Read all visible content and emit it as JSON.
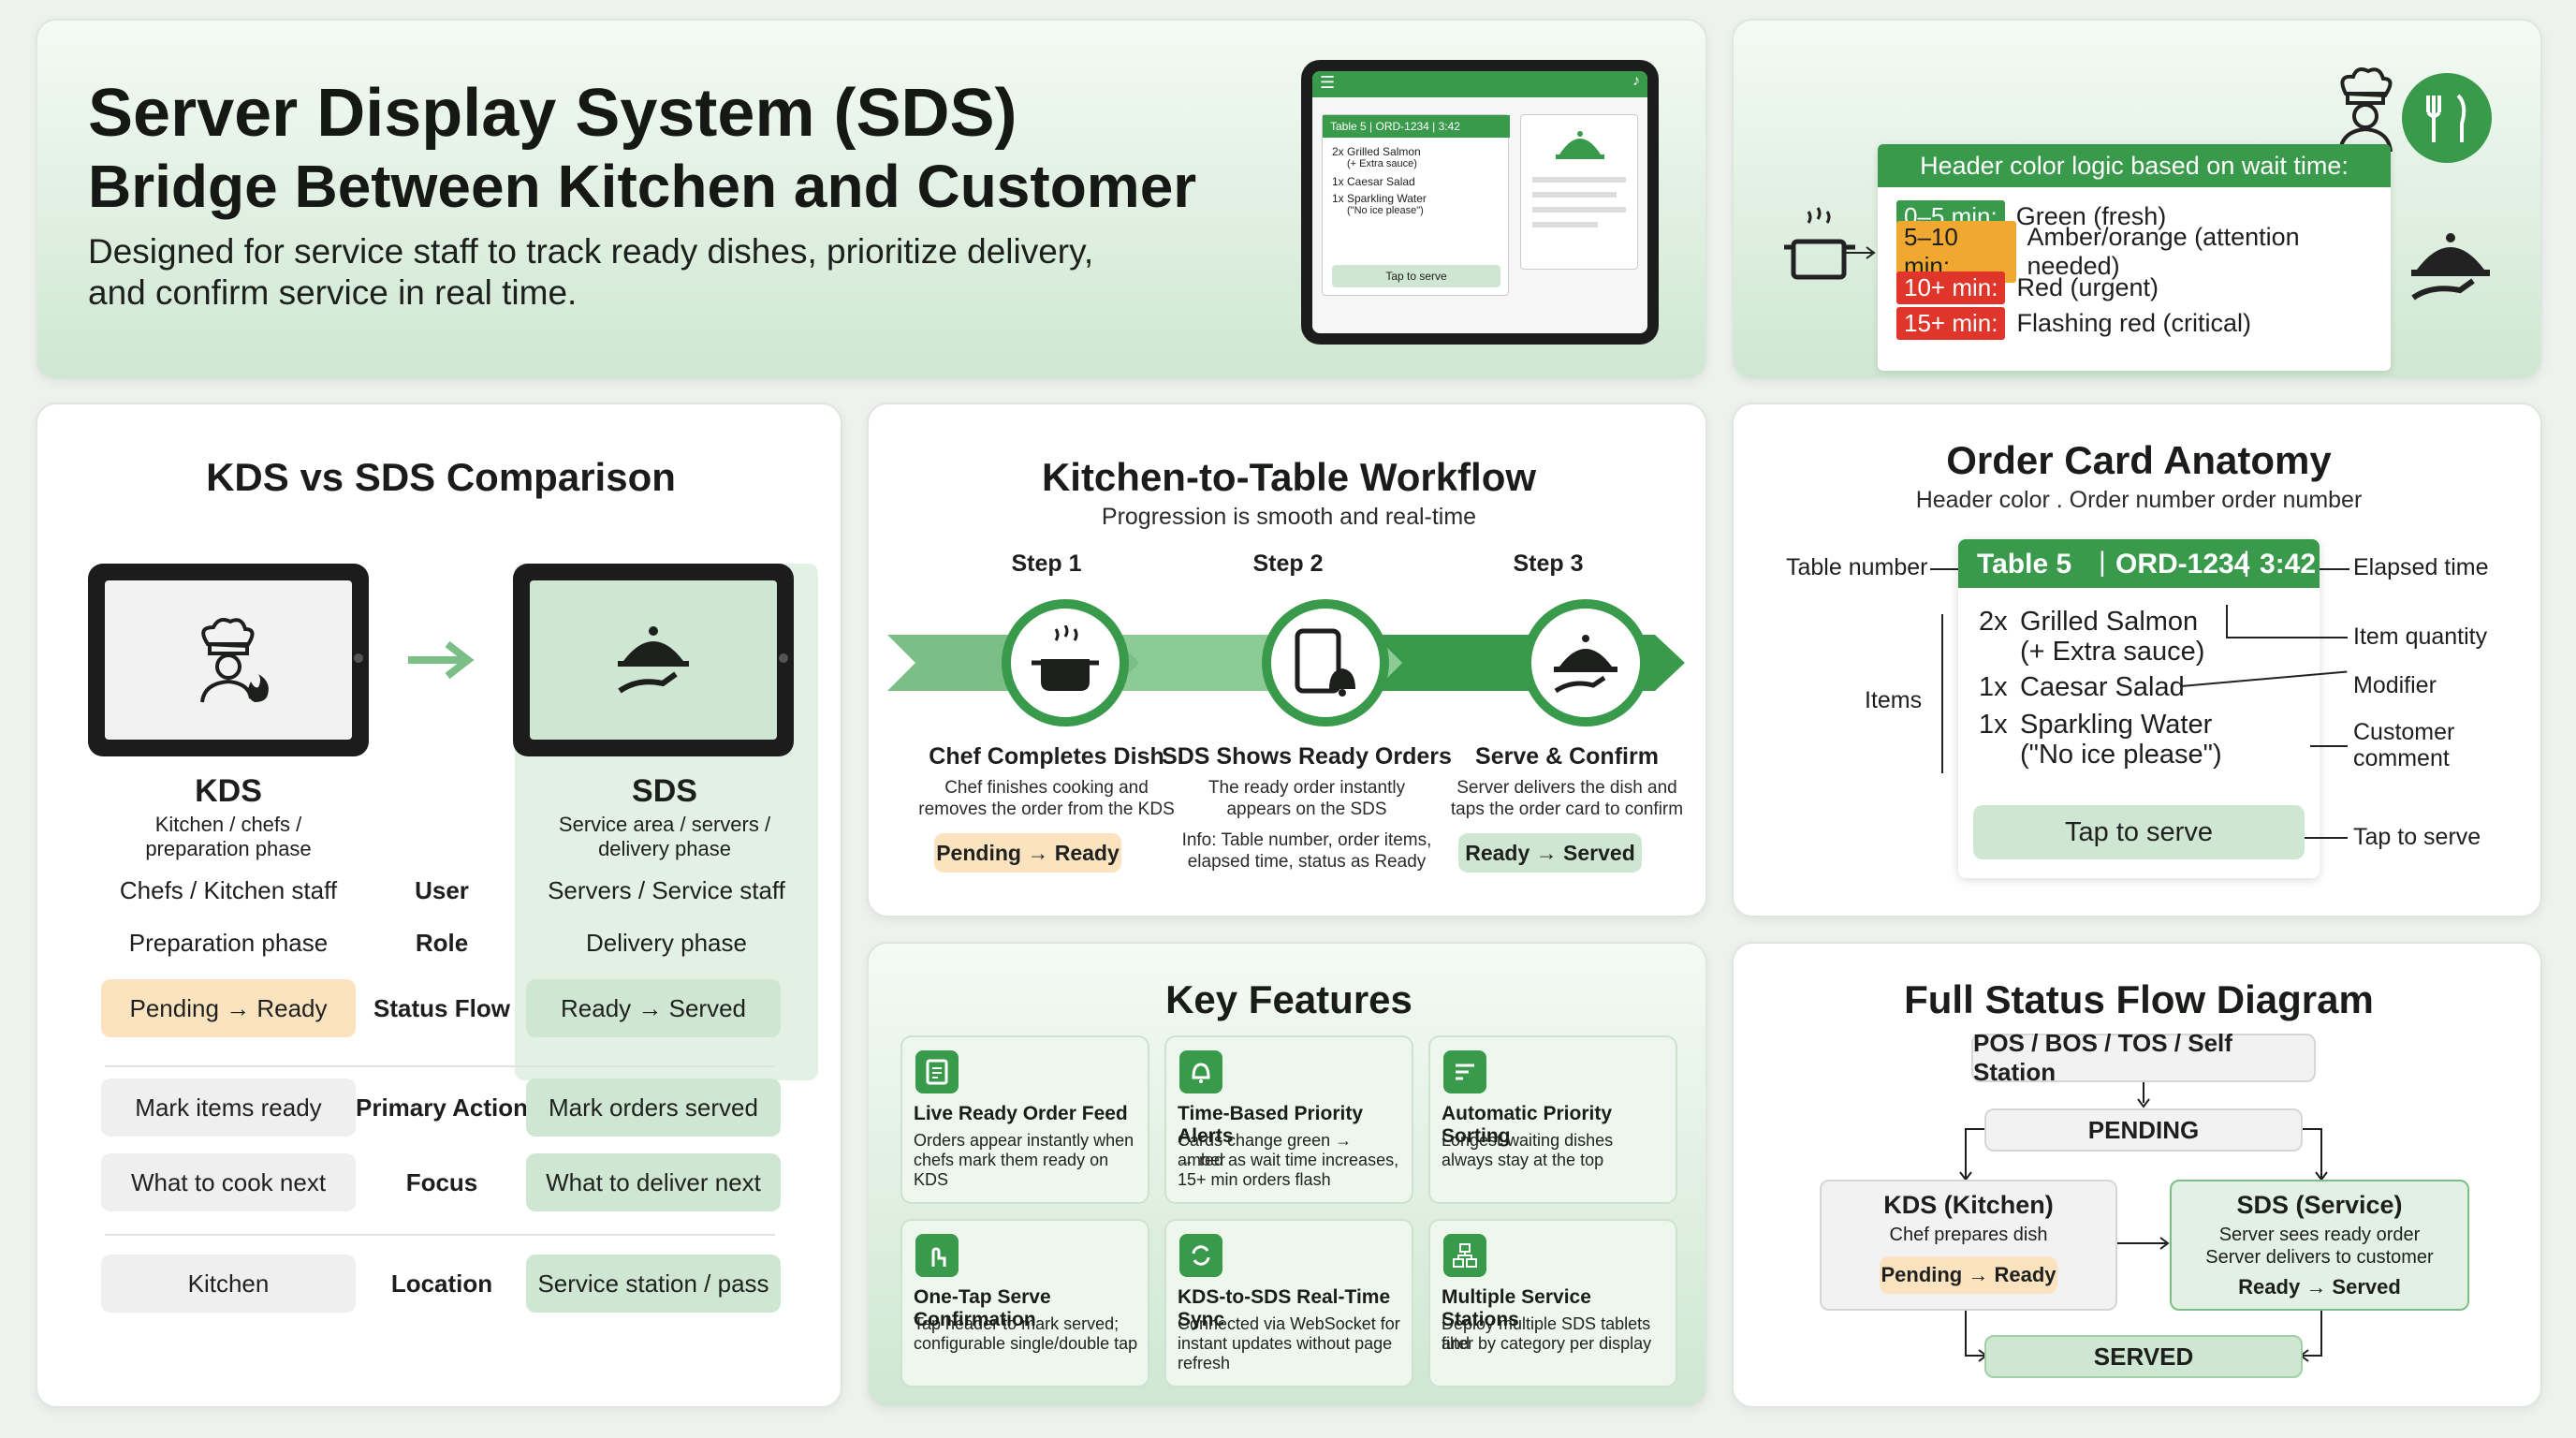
{
  "header": {
    "title_line1": "Server Display System (SDS)",
    "title_line2": "Bridge Between Kitchen and Customer",
    "tagline_line1": "Designed for service staff to track ready dishes, prioritize delivery,",
    "tagline_line2": "and confirm service in real time."
  },
  "tablet_preview": {
    "card_header": "Table 5 | ORD-1234 | 3:42",
    "items": [
      "2x  Grilled Salmon",
      "(+ Extra sauce)",
      "1x  Caesar Salad",
      "1x  Sparkling Water",
      "(\"No ice please\")"
    ],
    "button": "Tap to serve"
  },
  "color_logic": {
    "title": "Header color logic based on wait time:",
    "rows": [
      {
        "tag": "0–5 min:",
        "label": "Green (fresh)",
        "color": "#3a9a4b"
      },
      {
        "tag": "5–10 min:",
        "label": "Amber/orange (attention needed)",
        "color": "#f0a830"
      },
      {
        "tag": "10+ min:",
        "label": "Red (urgent)",
        "color": "#e0352b"
      },
      {
        "tag": "15+ min:",
        "label": "Flashing red (critical)",
        "color": "#e0352b"
      }
    ]
  },
  "comparison": {
    "title": "KDS vs SDS Comparison",
    "kds": {
      "name": "KDS",
      "desc_line1": "Kitchen / chefs /",
      "desc_line2": "preparation phase"
    },
    "sds": {
      "name": "SDS",
      "desc_line1": "Service area / servers /",
      "desc_line2": "delivery phase"
    },
    "rows": [
      {
        "left": "Chefs / Kitchen staff",
        "mid": "User",
        "right": "Servers / Service staff"
      },
      {
        "left": "Preparation phase",
        "mid": "Role",
        "right": "Delivery phase"
      },
      {
        "left": "Pending → Ready",
        "mid": "Status Flow",
        "right": "Ready → Served"
      },
      {
        "left": "Mark items ready",
        "mid": "Primary Action",
        "right": "Mark orders served"
      },
      {
        "left": "What to cook next",
        "mid": "Focus",
        "right": "What to deliver next"
      },
      {
        "left": "Kitchen",
        "mid": "Location",
        "right": "Service station / pass"
      }
    ]
  },
  "workflow": {
    "title": "Kitchen-to-Table Workflow",
    "subtitle": "Progression is smooth and real-time",
    "steps": [
      {
        "label": "Step 1",
        "title": "Chef Completes Dish",
        "desc_line1": "Chef finishes cooking and",
        "desc_line2": "removes the order from the KDS",
        "badge": "Pending → Ready"
      },
      {
        "label": "Step 2",
        "title": "SDS Shows Ready Orders",
        "desc_line1": "The ready order instantly",
        "desc_line2": "appears on the SDS",
        "info_line1": "Info: Table number, order items,",
        "info_line2": "elapsed time, status as Ready"
      },
      {
        "label": "Step 3",
        "title": "Serve & Confirm",
        "desc_line1": "Server delivers the dish and",
        "desc_line2": "taps the order card to confirm",
        "badge": "Ready → Served"
      }
    ]
  },
  "anatomy": {
    "title": "Order Card Anatomy",
    "subtitle": "Header color . Order number order number",
    "header_table": "Table 5",
    "header_order": "ORD-1234",
    "header_time": "3:42",
    "lines": [
      {
        "qty": "2x",
        "name": "Grilled Salmon"
      },
      {
        "qty": "",
        "name": "(+ Extra sauce)"
      },
      {
        "qty": "1x",
        "name": "Caesar Salad"
      },
      {
        "qty": "1x",
        "name": "Sparkling Water"
      },
      {
        "qty": "",
        "name": "(\"No ice please\")"
      }
    ],
    "button": "Tap to serve",
    "labels": {
      "table_number": "Table number",
      "elapsed_time": "Elapsed time",
      "item_quantity": "Item quantity",
      "items": "Items",
      "modifier": "Modifier",
      "customer_comment_1": "Customer",
      "customer_comment_2": "comment",
      "tap_to_serve": "Tap to serve"
    }
  },
  "features": {
    "title": "Key Features",
    "items": [
      {
        "icon": "list-icon",
        "title": "Live Ready Order Feed",
        "l1": "Orders appear instantly when",
        "l2": "chefs mark them ready on KDS",
        "l3": ""
      },
      {
        "icon": "bell-icon",
        "title": "Time-Based Priority Alerts",
        "l1": "Cards change green → amber",
        "l2": "→ red as wait time increases,",
        "l3": "15+ min orders flash"
      },
      {
        "icon": "sort-icon",
        "title": "Automatic Priority Sorting",
        "l1": "Longest-waiting dishes",
        "l2": "always stay at the top",
        "l3": ""
      },
      {
        "icon": "tap-icon",
        "title": "One-Tap Serve Confirmation",
        "l1": "Tap header to mark served;",
        "l2": "configurable single/double tap",
        "l3": ""
      },
      {
        "icon": "sync-icon",
        "title": "KDS-to-SDS Real-Time Sync",
        "l1": "Connected via WebSocket for",
        "l2": "instant updates without page",
        "l3": "refresh"
      },
      {
        "icon": "stations-icon",
        "title": "Multiple Service Stations",
        "l1": "Deploy multiple SDS tablets and",
        "l2": "filter by category per display",
        "l3": ""
      }
    ]
  },
  "status_flow": {
    "title": "Full Status Flow Diagram",
    "source": "POS / BOS / TOS / Self Station",
    "pending": "PENDING",
    "kds_title": "KDS (Kitchen)",
    "kds_desc": "Chef prepares dish",
    "kds_badge": "Pending → Ready",
    "sds_title": "SDS (Service)",
    "sds_desc_1": "Server sees ready order",
    "sds_desc_2": "Server delivers to customer",
    "sds_badge": "Ready → Served",
    "served": "SERVED"
  }
}
